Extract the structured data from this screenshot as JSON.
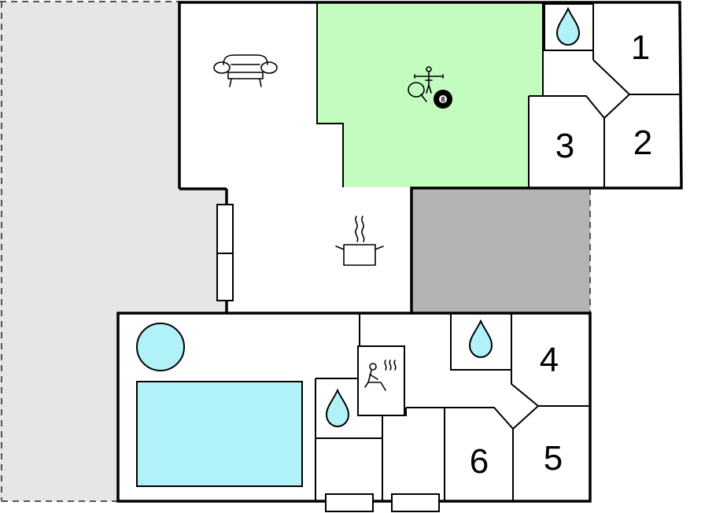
{
  "floorplan": {
    "rooms": [
      {
        "label": "1"
      },
      {
        "label": "2"
      },
      {
        "label": "3"
      },
      {
        "label": "4"
      },
      {
        "label": "5"
      },
      {
        "label": "6"
      }
    ],
    "icons": {
      "living": "sofa-icon",
      "games": "games-room-icon",
      "kitchen": "cooking-pot-icon",
      "sauna": "sauna-icon",
      "whirlpool": "whirlpool-icon",
      "pool": "swimming-pool-icon",
      "bathroom": "water-drop-icon"
    },
    "colors": {
      "terrace": "#e6e6e6",
      "games_room": "#c3fcbf",
      "garage": "#b4b4b4",
      "water": "#b0f2f8",
      "walls": "#000000",
      "floor": "#ffffff"
    }
  }
}
